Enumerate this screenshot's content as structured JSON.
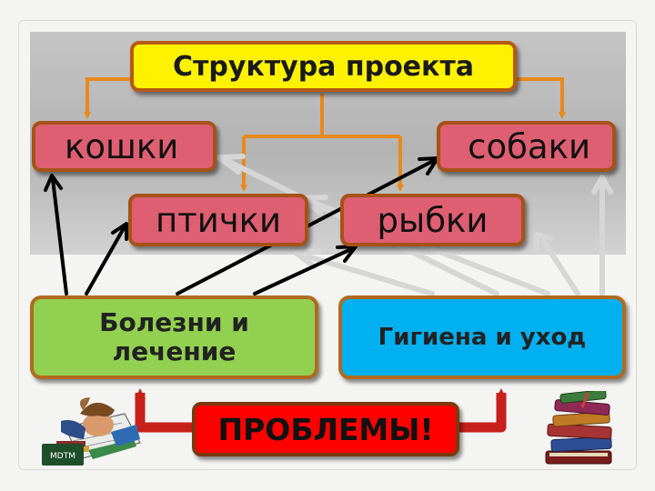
{
  "title": "Структура проекта",
  "animals": {
    "cats": "кошки",
    "dogs": "собаки",
    "birds": "птички",
    "fish": "рыбки"
  },
  "topics": {
    "diseases_line1": "Болезни и",
    "diseases_line2": "лечение",
    "hygiene": "Гигиена и уход"
  },
  "problems": "ПРОБЛЕМЫ!",
  "clipart": {
    "left_icon": "reading-student-icon",
    "left_badge": "MDTM",
    "right_icon": "book-stack-icon"
  },
  "colors": {
    "title_fill": "#fff200",
    "animal_fill": "#de5f72",
    "connector_orange": "#e8891c",
    "diseases_fill": "#92d050",
    "hygiene_fill": "#00b0f0",
    "problems_fill": "#ff0000",
    "link_black": "#000000",
    "link_gray": "#d6d6d6"
  }
}
